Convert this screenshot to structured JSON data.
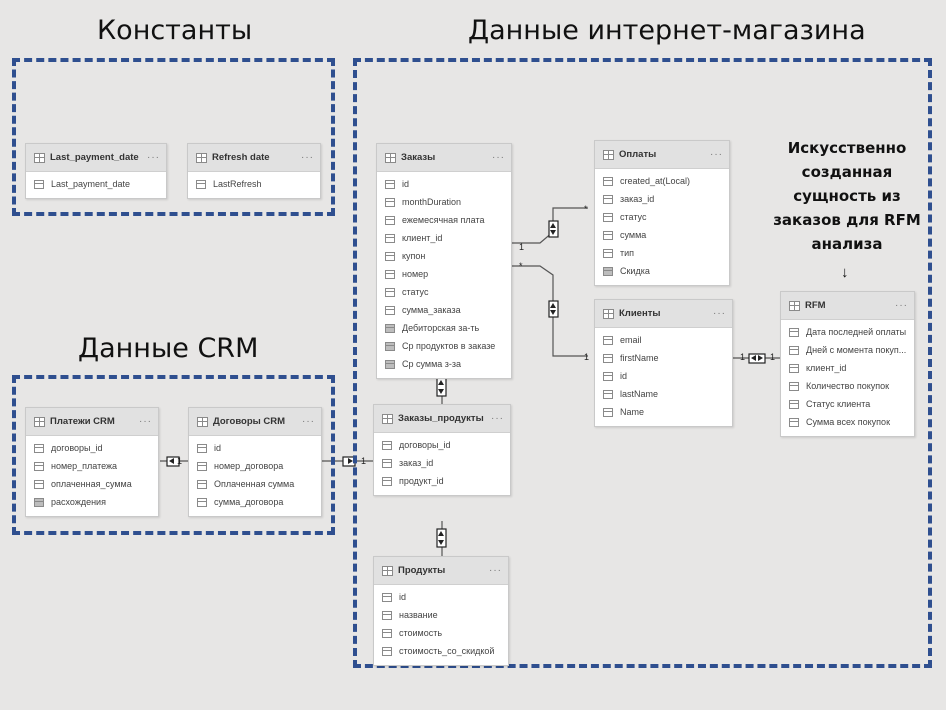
{
  "sections": {
    "constants": "Константы",
    "shop": "Данные интернет-магазина",
    "crm": "Данные CRM"
  },
  "note": {
    "line1": "Искусственно",
    "line2": "созданная",
    "line3": "сущность из",
    "line4": "заказов для RFM",
    "line5": "анализа",
    "arrow": "↓"
  },
  "colors": {
    "dashed_border": "#2f4f8f",
    "canvas": "#e7e6e5",
    "table_header": "#e1e1e1"
  },
  "tables": {
    "last_payment_date": {
      "title": "Last_payment_date",
      "more": "···",
      "fields": [
        {
          "name": "Last_payment_date",
          "kind": "column"
        }
      ]
    },
    "refresh_date": {
      "title": "Refresh date",
      "more": "···",
      "fields": [
        {
          "name": "LastRefresh",
          "kind": "column"
        }
      ]
    },
    "orders": {
      "title": "Заказы",
      "more": "···",
      "fields": [
        {
          "name": "id",
          "kind": "column"
        },
        {
          "name": "monthDuration",
          "kind": "column"
        },
        {
          "name": "ежемесячная плата",
          "kind": "column"
        },
        {
          "name": "клиент_id",
          "kind": "column"
        },
        {
          "name": "купон",
          "kind": "column"
        },
        {
          "name": "номер",
          "kind": "column"
        },
        {
          "name": "статус",
          "kind": "column"
        },
        {
          "name": "сумма_заказа",
          "kind": "column"
        },
        {
          "name": "Дебиторская за-ть",
          "kind": "measure"
        },
        {
          "name": "Ср продуктов в заказе",
          "kind": "measure"
        },
        {
          "name": "Ср сумма з-за",
          "kind": "measure"
        }
      ]
    },
    "payments": {
      "title": "Оплаты",
      "more": "···",
      "fields": [
        {
          "name": "created_at(Local)",
          "kind": "column"
        },
        {
          "name": "заказ_id",
          "kind": "column"
        },
        {
          "name": "статус",
          "kind": "column"
        },
        {
          "name": "сумма",
          "kind": "column"
        },
        {
          "name": "тип",
          "kind": "column"
        },
        {
          "name": "Скидка",
          "kind": "measure"
        }
      ]
    },
    "clients": {
      "title": "Клиенты",
      "more": "···",
      "fields": [
        {
          "name": "email",
          "kind": "column"
        },
        {
          "name": "firstName",
          "kind": "column"
        },
        {
          "name": "id",
          "kind": "column"
        },
        {
          "name": "lastName",
          "kind": "column"
        },
        {
          "name": "Name",
          "kind": "column"
        }
      ]
    },
    "rfm": {
      "title": "RFM",
      "more": "···",
      "fields": [
        {
          "name": "Дата последней оплаты",
          "kind": "column"
        },
        {
          "name": "Дней с момента покуп...",
          "kind": "column"
        },
        {
          "name": "клиент_id",
          "kind": "column"
        },
        {
          "name": "Количество покупок",
          "kind": "column"
        },
        {
          "name": "Статус клиента",
          "kind": "column"
        },
        {
          "name": "Сумма всех покупок",
          "kind": "column"
        }
      ]
    },
    "order_products": {
      "title": "Заказы_продукты",
      "more": "···",
      "fields": [
        {
          "name": "договоры_id",
          "kind": "column"
        },
        {
          "name": "заказ_id",
          "kind": "column"
        },
        {
          "name": "продукт_id",
          "kind": "column"
        }
      ]
    },
    "products": {
      "title": "Продукты",
      "more": "···",
      "fields": [
        {
          "name": "id",
          "kind": "column"
        },
        {
          "name": "название",
          "kind": "column"
        },
        {
          "name": "стоимость",
          "kind": "column"
        },
        {
          "name": "стоимость_со_скидкой",
          "kind": "column"
        }
      ]
    },
    "crm_payments": {
      "title": "Платежи CRM",
      "more": "···",
      "fields": [
        {
          "name": "договоры_id",
          "kind": "column"
        },
        {
          "name": "номер_платежа",
          "kind": "column"
        },
        {
          "name": "оплаченная_сумма",
          "kind": "column"
        },
        {
          "name": "расхождения",
          "kind": "measure"
        }
      ]
    },
    "crm_contracts": {
      "title": "Договоры CRM",
      "more": "···",
      "fields": [
        {
          "name": "id",
          "kind": "column"
        },
        {
          "name": "номер_договора",
          "kind": "column"
        },
        {
          "name": "Оплаченная сумма",
          "kind": "column"
        },
        {
          "name": "сумма_договора",
          "kind": "column"
        }
      ]
    }
  },
  "cardinality": {
    "orders_payments_one": "1",
    "orders_payments_many": "*",
    "orders_clients_many": "*",
    "orders_clients_one": "1",
    "clients_rfm_left": "1",
    "clients_rfm_right": "1",
    "crm_payments_one": "1",
    "crm_contracts_one": "1"
  }
}
